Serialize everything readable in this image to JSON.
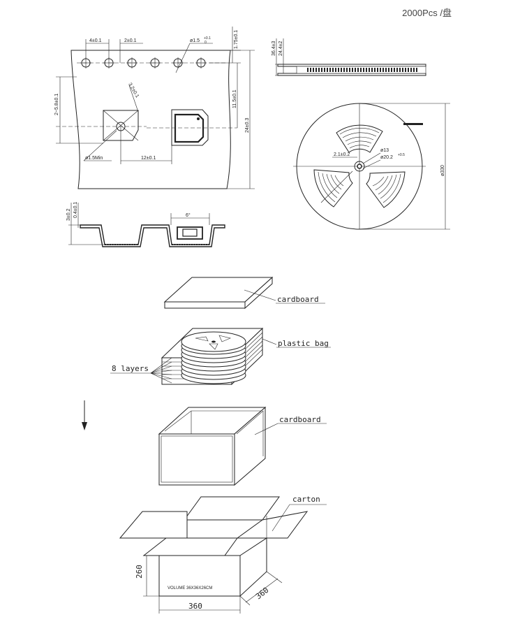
{
  "header": {
    "quantity_label": "2000Pcs /盘"
  },
  "tape_drawing": {
    "pitch_sprocket": "4±0.1",
    "pitch_pocket_small": "2±0.1",
    "sprocket_hole_dia": "ø1.5",
    "sprocket_hole_tol": "+0.1",
    "sprocket_hole_tol_low": "0",
    "edge_to_hole": "1.75±0.1",
    "cavity_diag": "3.2±0.1",
    "pocket_length": "2~5.8±0.1",
    "hole_to_cavity": "11.5±0.1",
    "tape_width": "24±0.3",
    "cavity_hole_min": "ø1.5Min",
    "pocket_pitch": "12±0.1"
  },
  "section_drawing": {
    "cavity_depth": "3±0.2",
    "tape_thickness": "0.4±0.1",
    "draft_angle": "6°"
  },
  "reel_side": {
    "width_outer": "36.4±3",
    "width_inner": "24.4±2"
  },
  "reel_front": {
    "hub_slot": "2.1±0.2",
    "arbor_hole": "ø13",
    "hub_dia": "ø20.2",
    "hub_tol": "+0.5",
    "reel_dia": "ø330"
  },
  "packing": {
    "top_cardboard_label": "cardboard",
    "bag_label": "plastic bag",
    "layers_label": "8 layers",
    "box_cardboard_label": "cardboard",
    "carton_label": "carton",
    "carton_height": "260",
    "carton_depth": "360",
    "carton_width": "360",
    "volume_text": "VOLUME 36X36X26CM"
  }
}
